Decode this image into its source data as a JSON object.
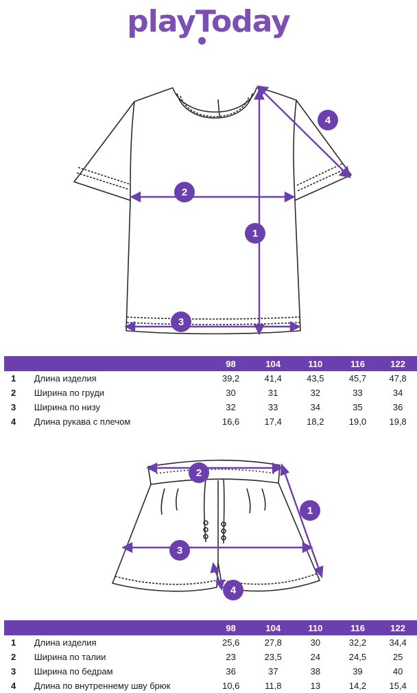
{
  "brand": {
    "logo_text": "playToday",
    "accent_color": "#7b4fb3",
    "table_header_color": "#6c3fae"
  },
  "tshirt": {
    "markers": [
      "1",
      "2",
      "3",
      "4"
    ]
  },
  "shorts": {
    "markers": [
      "1",
      "2",
      "3",
      "4"
    ]
  },
  "tshirt_table": {
    "sizes": [
      "98",
      "104",
      "110",
      "116",
      "122"
    ],
    "rows": [
      {
        "num": "1",
        "name": "Длина изделия",
        "values": [
          "39,2",
          "41,4",
          "43,5",
          "45,7",
          "47,8"
        ]
      },
      {
        "num": "2",
        "name": "Ширина по груди",
        "values": [
          "30",
          "31",
          "32",
          "33",
          "34"
        ]
      },
      {
        "num": "3",
        "name": "Ширина по низу",
        "values": [
          "32",
          "33",
          "34",
          "35",
          "36"
        ]
      },
      {
        "num": "4",
        "name": "Длина рукава с плечом",
        "values": [
          "16,6",
          "17,4",
          "18,2",
          "19,0",
          "19,8"
        ]
      }
    ]
  },
  "shorts_table": {
    "sizes": [
      "98",
      "104",
      "110",
      "116",
      "122"
    ],
    "rows": [
      {
        "num": "1",
        "name": "Длина изделия",
        "values": [
          "25,6",
          "27,8",
          "30",
          "32,2",
          "34,4"
        ]
      },
      {
        "num": "2",
        "name": "Ширина по талии",
        "values": [
          "23",
          "23,5",
          "24",
          "24,5",
          "25"
        ]
      },
      {
        "num": "3",
        "name": "Ширина по бедрам",
        "values": [
          "36",
          "37",
          "38",
          "39",
          "40"
        ]
      },
      {
        "num": "4",
        "name": "Длина по внутреннему шву брюк",
        "values": [
          "10,6",
          "11,8",
          "13",
          "14,2",
          "15,4"
        ]
      }
    ]
  }
}
